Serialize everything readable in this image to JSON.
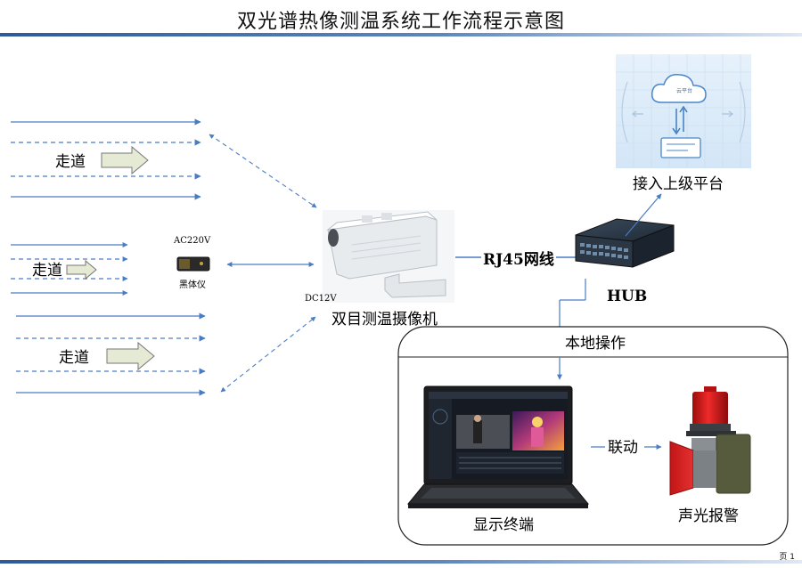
{
  "title": "双光谱热像测温系统工作流程示意图",
  "corridors": {
    "top": "走道",
    "middle": "走道",
    "bottom": "走道"
  },
  "blackbody": {
    "power": "AC220V",
    "name": "黑体仪"
  },
  "camera": {
    "power": "DC12V",
    "name": "双目测温摄像机"
  },
  "network": {
    "cable": "RJ45网线",
    "hub": "HUB"
  },
  "cloud": {
    "icon_text": "云平台",
    "name": "接入上级平台"
  },
  "local": {
    "title": "本地操作",
    "display": "显示终端",
    "link": "联动",
    "alarm": "声光报警"
  },
  "page_label": "页 1",
  "colors": {
    "arrow_blue": "#4a7cc4",
    "rule_blue": "#2d5b9a",
    "alarm_red": "#d91c1c",
    "corridor_arrow_fill": "#e4ead4"
  }
}
